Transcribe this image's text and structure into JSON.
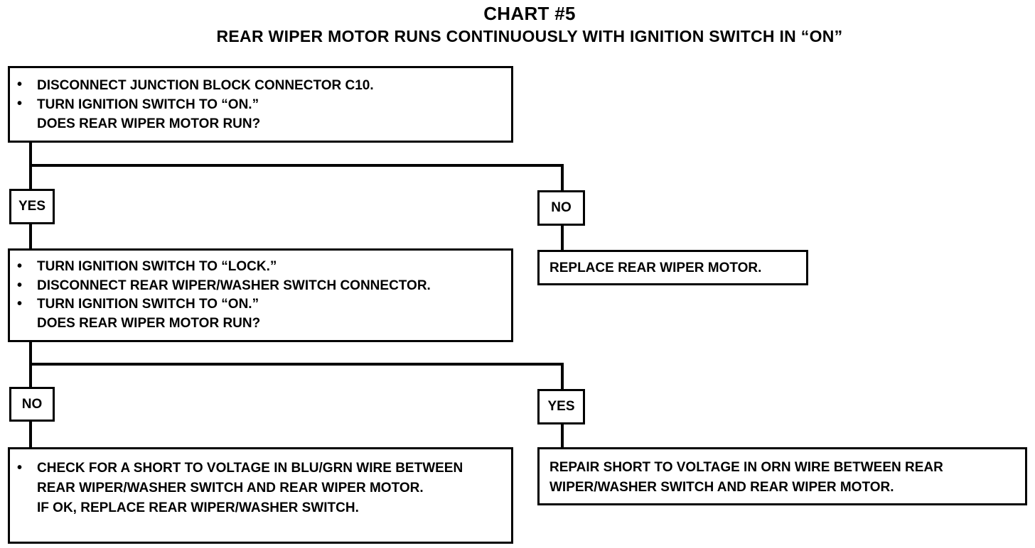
{
  "title": "CHART #5",
  "subtitle": "REAR WIPER MOTOR RUNS CONTINUOUSLY WITH IGNITION SWITCH IN “ON”",
  "step1": {
    "bullets": [
      "DISCONNECT JUNCTION BLOCK CONNECTOR C10.",
      "TURN IGNITION SWITCH TO “ON.”"
    ],
    "question": "DOES REAR WIPER MOTOR RUN?"
  },
  "branch1": {
    "left_label": "YES",
    "right_label": "NO"
  },
  "step1_no_action": "REPLACE REAR WIPER MOTOR.",
  "step2": {
    "bullets": [
      "TURN IGNITION SWITCH TO “LOCK.”",
      "DISCONNECT REAR WIPER/WASHER SWITCH CONNECTOR.",
      "TURN IGNITION SWITCH TO “ON.”"
    ],
    "question": "DOES REAR WIPER MOTOR RUN?"
  },
  "branch2": {
    "left_label": "NO",
    "right_label": "YES"
  },
  "step2_no_action": {
    "bullet": "CHECK FOR A SHORT TO VOLTAGE IN BLU/GRN WIRE BETWEEN REAR WIPER/WASHER SWITCH AND REAR WIPER MOTOR.",
    "followup": "IF OK, REPLACE REAR WIPER/WASHER SWITCH."
  },
  "step2_yes_action": "REPAIR SHORT TO VOLTAGE IN ORN WIRE BETWEEN REAR WIPER/WASHER SWITCH AND REAR WIPER MOTOR."
}
